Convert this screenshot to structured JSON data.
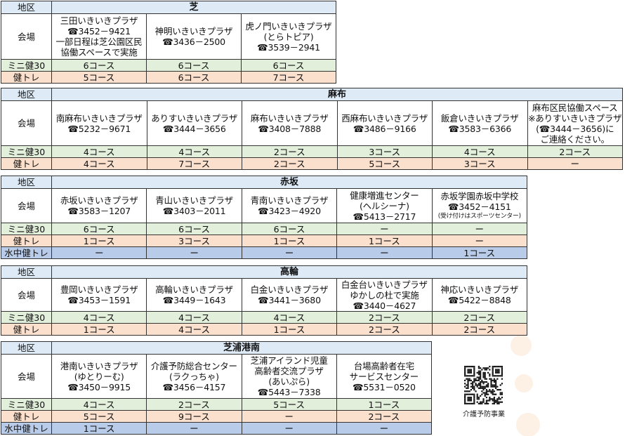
{
  "row_labels": {
    "district": "地区",
    "venue": "会場",
    "mini30": "ミニ健30",
    "kentore": "健トレ",
    "suichu": "水中健トレ"
  },
  "areas": [
    {
      "name": "芝",
      "venues": [
        {
          "lines": [
            "三田いきいきプラザ",
            "☎3452－9421",
            "一部日程は芝公園区民",
            "協働スペースで実施"
          ]
        },
        {
          "lines": [
            "神明いきいきプラザ",
            "☎3436－2500"
          ]
        },
        {
          "lines": [
            "虎ノ門いきいきプラザ",
            "(とらトピア)",
            "☎3539－2941"
          ]
        }
      ],
      "programs": {
        "mini30": [
          "6コース",
          "6コース",
          "6コース"
        ],
        "kentore": [
          "5コース",
          "6コース",
          "7コース"
        ]
      }
    },
    {
      "name": "麻布",
      "venues": [
        {
          "lines": [
            "南麻布いきいきプラザ",
            "☎5232－9671"
          ]
        },
        {
          "lines": [
            "ありすいきいきプラザ",
            "☎3444－3656"
          ]
        },
        {
          "lines": [
            "麻布いきいきプラザ",
            "☎3408－7888"
          ]
        },
        {
          "lines": [
            "西麻布いきいきプラザ",
            "☎3486－9166"
          ]
        },
        {
          "lines": [
            "飯倉いきいきプラザ",
            "☎3583－6366"
          ]
        },
        {
          "lines": [
            "麻布区民協働スペース",
            "※ありすいきいきプラザ",
            "(☎3444－3656)に",
            "ご連絡ください。"
          ]
        }
      ],
      "programs": {
        "mini30": [
          "4コース",
          "4コース",
          "2コース",
          "3コース",
          "4コース",
          "2コース"
        ],
        "kentore": [
          "4コース",
          "7コース",
          "2コース",
          "5コース",
          "3コース",
          "ー"
        ]
      }
    },
    {
      "name": "赤坂",
      "venues": [
        {
          "lines": [
            "赤坂いきいきプラザ",
            "☎3583－1207"
          ]
        },
        {
          "lines": [
            "青山いきいきプラザ",
            "☎3403－2011"
          ]
        },
        {
          "lines": [
            "青南いきいきプラザ",
            "☎3423－4920"
          ]
        },
        {
          "lines": [
            "健康増進センター",
            "(ヘルシーナ)",
            "☎5413－2717"
          ]
        },
        {
          "lines": [
            "赤坂学園赤坂中学校",
            "☎3452－4151"
          ],
          "footnote": "(受け付けはスポーツセンター)"
        }
      ],
      "programs": {
        "mini30": [
          "6コース",
          "6コース",
          "6コース",
          "ー",
          "ー"
        ],
        "kentore": [
          "1コース",
          "3コース",
          "1コース",
          "1コース",
          "ー"
        ],
        "suichu": [
          "ー",
          "ー",
          "ー",
          "ー",
          "1コース"
        ]
      }
    },
    {
      "name": "高輪",
      "venues": [
        {
          "lines": [
            "豊岡いきいきプラザ",
            "☎3453－1591"
          ]
        },
        {
          "lines": [
            "高輪いきいきプラザ",
            "☎3449－1643"
          ]
        },
        {
          "lines": [
            "白金いきいきプラザ",
            "☎3441－3680"
          ]
        },
        {
          "lines": [
            "白金台いきいきプラザ",
            "ゆかしの杜で実施",
            "☎3440－4627"
          ]
        },
        {
          "lines": [
            "神応いきいきプラザ",
            "☎5422－8848"
          ]
        }
      ],
      "programs": {
        "mini30": [
          "4コース",
          "4コース",
          "4コース",
          "2コース",
          "2コース"
        ],
        "kentore": [
          "1コース",
          "4コース",
          "1コース",
          "2コース",
          "2コース"
        ]
      }
    },
    {
      "name": "芝浦港南",
      "venues": [
        {
          "lines": [
            "港南いきいきプラザ",
            "(ゆとりーむ)",
            "☎3450－9915"
          ]
        },
        {
          "lines": [
            "介護予防総合センター",
            "(ラクっちゃ)",
            "☎3456－4157"
          ]
        },
        {
          "lines": [
            "芝浦アイランド児童",
            "高齢者交流プラザ",
            "(あいぷら)",
            "☎5443－7338"
          ]
        },
        {
          "lines": [
            "台場高齢者在宅",
            "サービスセンター",
            "☎5531－0520"
          ]
        }
      ],
      "programs": {
        "mini30": [
          "4コース",
          "2コース",
          "5コース",
          "1コース"
        ],
        "kentore": [
          "5コース",
          "9コース",
          "ー",
          "2コース"
        ],
        "suichu": [
          "1コース",
          "ー",
          "ー",
          "ー"
        ]
      }
    }
  ],
  "qr": {
    "label": "介護予防事業",
    "icon": "qr-code-icon"
  },
  "colors": {
    "header": "#deebf7",
    "mini30": "#e2efda",
    "kentore": "#fbe0cd",
    "suichu": "#b8cbe8",
    "border": "#333333",
    "decoration": "#fdf0e4"
  }
}
